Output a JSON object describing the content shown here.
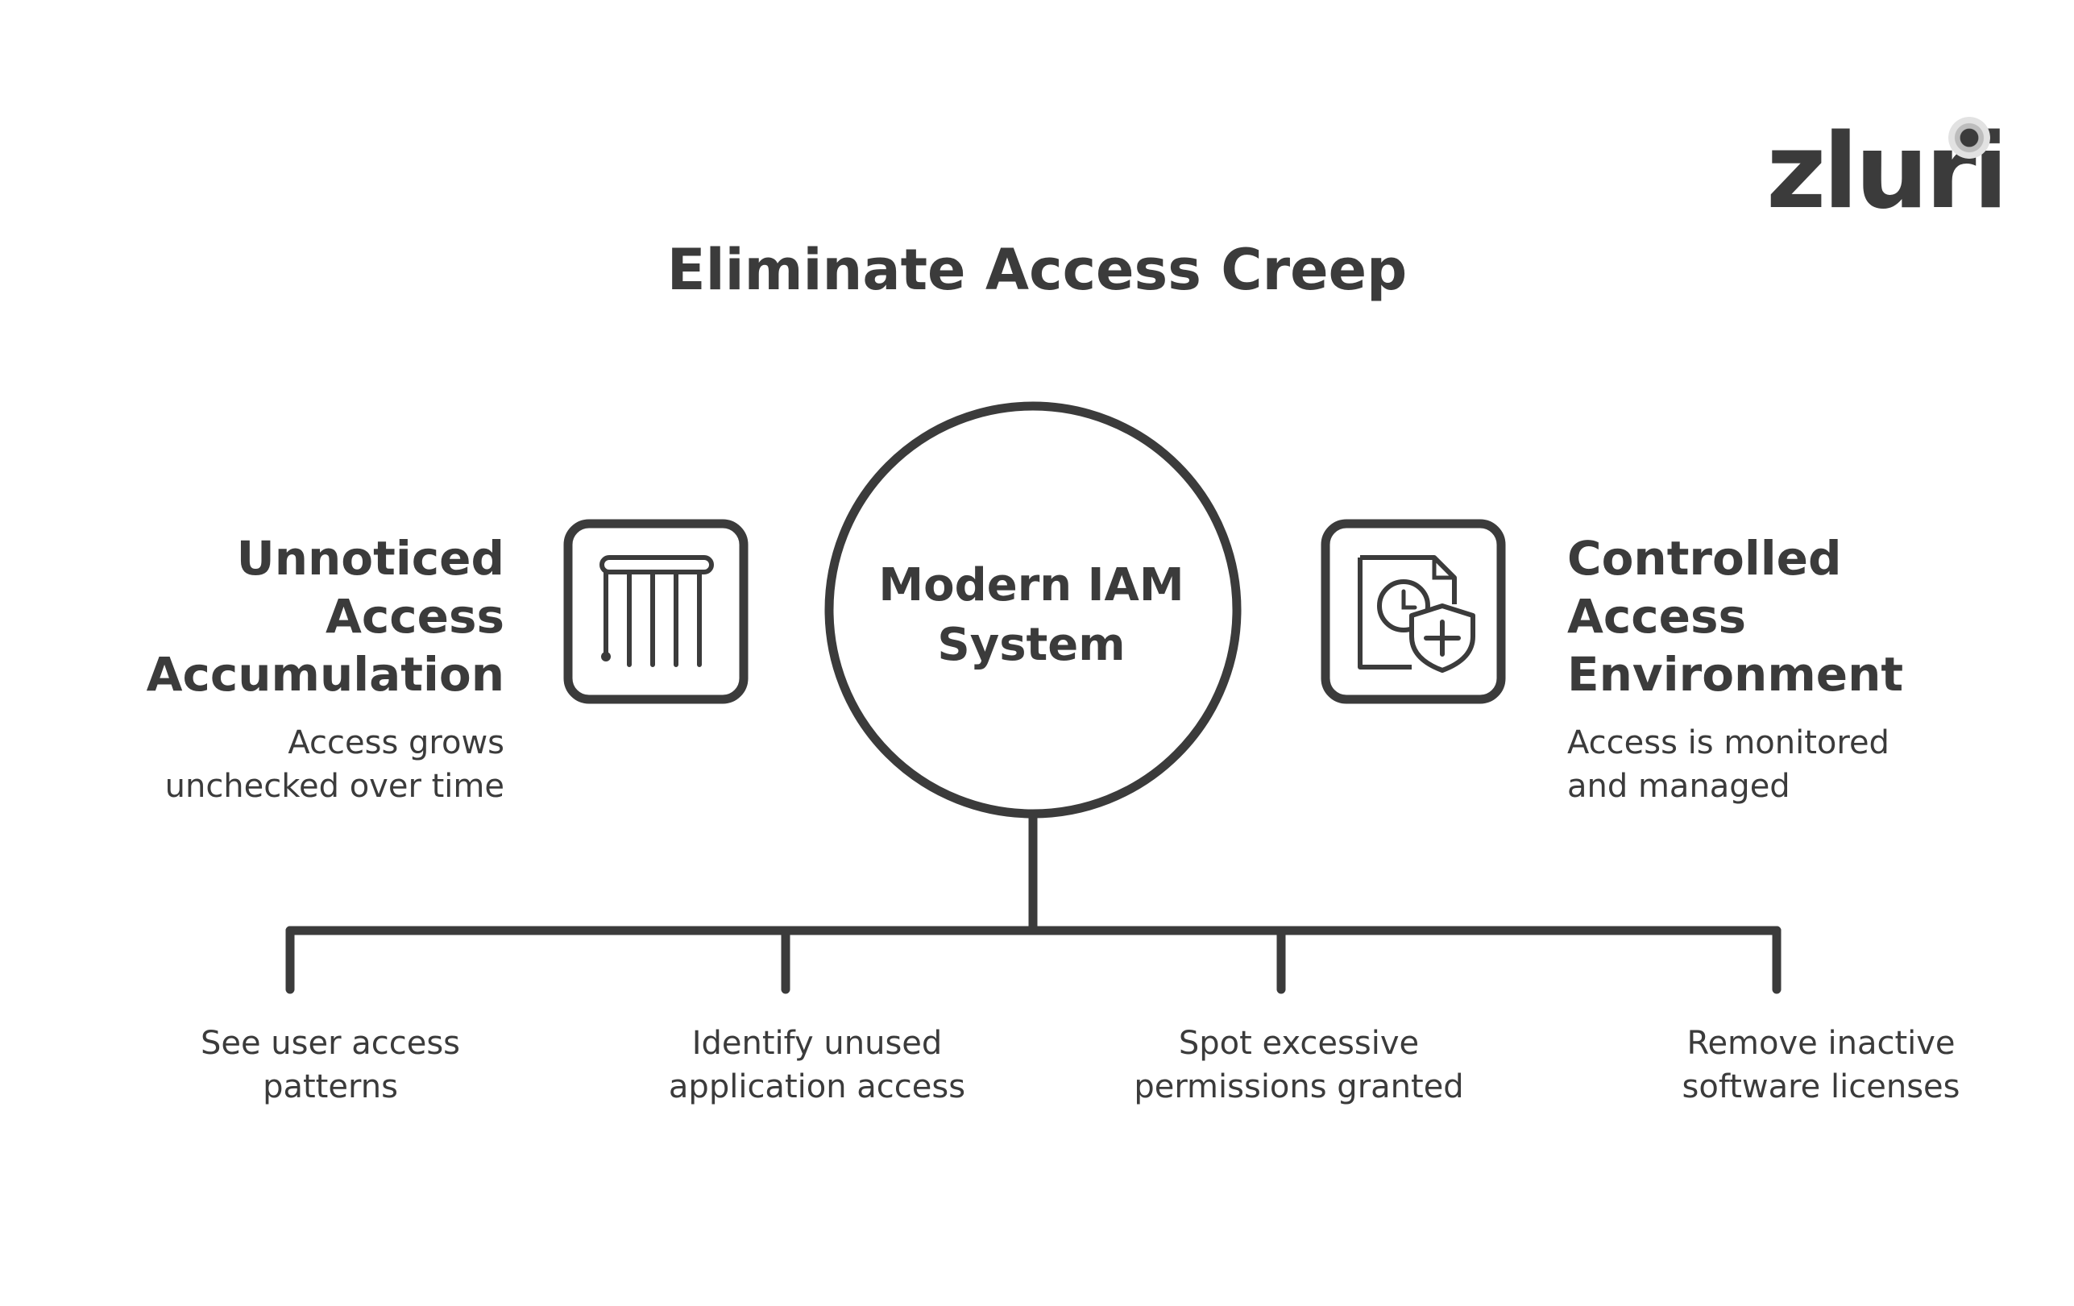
{
  "brand": {
    "logo_text": "zluri"
  },
  "title": "Eliminate Access Creep",
  "center": {
    "label_line1": "Modern IAM",
    "label_line2": "System"
  },
  "left_panel": {
    "icon": "blinds-icon",
    "title_lines": [
      "Unnoticed",
      "Access",
      "Accumulation"
    ],
    "description_lines": [
      "Access grows",
      "unchecked over time"
    ]
  },
  "right_panel": {
    "icon": "document-clock-shield-icon",
    "title_lines": [
      "Controlled",
      "Access",
      "Environment"
    ],
    "description_lines": [
      "Access is monitored",
      "and managed"
    ]
  },
  "branches": [
    {
      "line1": "See user access",
      "line2": "patterns"
    },
    {
      "line1": "Identify unused",
      "line2": "application access"
    },
    {
      "line1": "Spot excessive",
      "line2": "permissions granted"
    },
    {
      "line1": "Remove inactive",
      "line2": "software licenses"
    }
  ],
  "colors": {
    "ink": "#3b3b3b",
    "background": "#ffffff"
  }
}
